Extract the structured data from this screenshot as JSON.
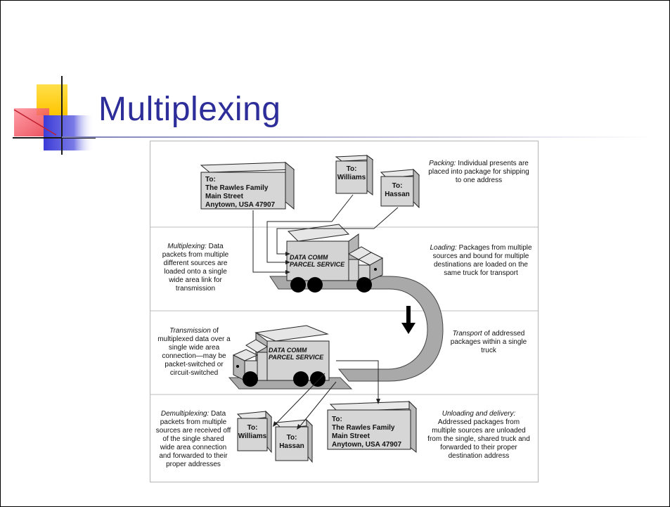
{
  "slide": {
    "title": "Multiplexing"
  },
  "diagram": {
    "packing": {
      "term": "Packing:",
      "text": " Individual presents are placed into package for shipping to one address"
    },
    "loading": {
      "term": "Loading:",
      "text": " Packages from multiple sources and bound for multiple destinations are loaded on the same truck for transport"
    },
    "multiplexing": {
      "term": "Multiplexing:",
      "text": " Data packets from multiple different sources are loaded onto a single wide area link for transmission"
    },
    "transmission": {
      "term": "Transmission",
      "text": " of multiplexed data over a single wide area connection—may be packet-switched or circuit-switched"
    },
    "transport": {
      "term": "Transport",
      "text": " of addressed packages within a single truck"
    },
    "demultiplexing": {
      "term": "Demultiplexing:",
      "text": " Data packets from multiple sources are received off of the single shared wide area connection and forwarded to their proper addresses"
    },
    "unloading": {
      "term": "Unloading and delivery:",
      "text": " Addressed packages from multiple sources are unloaded from the single, shared truck and forwarded to their proper destination address"
    },
    "packages": {
      "rawles_top": [
        "To:",
        "The Rawles Family",
        "Main Street",
        "Anytown, USA 47907"
      ],
      "williams_top": [
        "To:",
        "Williams"
      ],
      "hassan_top": [
        "To:",
        "Hassan"
      ],
      "williams_bottom": [
        "To:",
        "Williams"
      ],
      "hassan_bottom": [
        "To:",
        "Hassan"
      ],
      "rawles_bottom": [
        "To:",
        "The Rawles Family",
        "Main Street",
        "Anytown, USA 47907"
      ]
    },
    "truck_label": [
      "DATA COMM",
      "PARCEL SERVICE"
    ]
  },
  "colors": {
    "title": "#2e2e9a",
    "box_fill": "#d6d6d6",
    "box_side": "#b9b9b9",
    "road": "#a8a8a8",
    "deco_yellow": "#ffd21f",
    "deco_blue": "#5a5ae0",
    "deco_red": "#ee3344"
  }
}
